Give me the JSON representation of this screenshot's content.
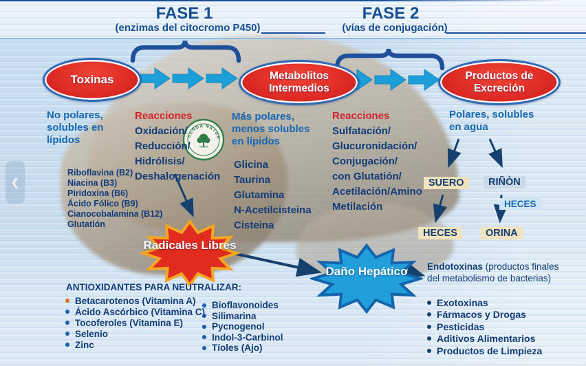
{
  "header": {
    "fase1_title": "FASE 1",
    "fase1_subtitle": "(enzimas del citocromo P450)",
    "fase2_title": "FASE 2",
    "fase2_subtitle": "(vías de conjugación)"
  },
  "nodes": {
    "toxinas": "Toxinas",
    "metabolitos_intermedios": "Metabolitos Intermedios",
    "productos_excrecion": "Productos de Excreción"
  },
  "fase1": {
    "property": "No polares, solubles en lípidos",
    "reacciones_label": "Reacciones",
    "reacciones": [
      "Oxidación/",
      "Reducción/",
      "Hidrólisis/",
      "Deshalogenación"
    ],
    "cofactores": [
      "Riboflavina (B2)",
      "Niacina (B3)",
      "Piridoxina (B6)",
      "Ácido Fólico (B9)",
      "Cianocobalamina (B12)",
      "Glutatión"
    ]
  },
  "intermedio": {
    "property": "Más polares, menos solubles en lípidos",
    "aminoacidos": [
      "Glicina",
      "Taurina",
      "Glutamina",
      "N-Acetilcisteina",
      "Cisteina"
    ]
  },
  "fase2": {
    "reacciones_label": "Reacciones",
    "reacciones": [
      "Sulfatación/",
      "Glucuronidación/",
      "Conjugación/",
      "con Glutatión/",
      "Acetilación/Amino",
      "Metilación"
    ]
  },
  "excrecion": {
    "property": "Polares, solubles en agua",
    "suero": "SUERO",
    "rinon": "RIÑÒN",
    "heces_suero": "HECES",
    "heces_rinon": "HECES",
    "orina": "ORINA"
  },
  "starbursts": {
    "radicales_libres": "Radicales Libres",
    "dano_hepatico": "Daño Hepático"
  },
  "antioxidantes": {
    "title": "ANTIOXIDANTES PARA NEUTRALIZAR:",
    "col1": [
      "Betacarotenos (Vitamina A)",
      "Ácido Ascórbico (Vitamina C)",
      "Tocoferoles (Vitamina E)",
      "Selenio",
      "Zinc"
    ],
    "col2": [
      "Bioflavonoides",
      "Silimarina",
      "Pycnogenol",
      "Indol-3-Carbinol",
      "Tíoles (Ajo)"
    ]
  },
  "endotoxinas": {
    "lead": "Endotoxinas",
    "rest": " (productos finales del metabolismo de bacterias)",
    "items": [
      "Exotoxinas",
      "Fármacos y Drogas",
      "Pesticidas",
      "Aditivos Alimentarios",
      "Productos de Limpieza"
    ]
  },
  "logo": {
    "text": "LA SENDA NATURAL"
  },
  "nav": {
    "prev_icon": "❮"
  },
  "colors": {
    "node_red": "#e02b26",
    "node_border_blue": "#2d69b4",
    "arrow_cyan": "#1c9fd9",
    "arrow_navy": "#16406e",
    "starburst_red": "#e02b1e",
    "starburst_red_border": "#f5a623",
    "starburst_blue": "#219fdb",
    "starburst_blue_border": "#1464ab",
    "label_beige": "#f1e3bd",
    "label_bluegray": "#ccd9e6",
    "text_navy": "#123c77",
    "text_blue": "#1668b3",
    "text_red": "#d1232a"
  }
}
